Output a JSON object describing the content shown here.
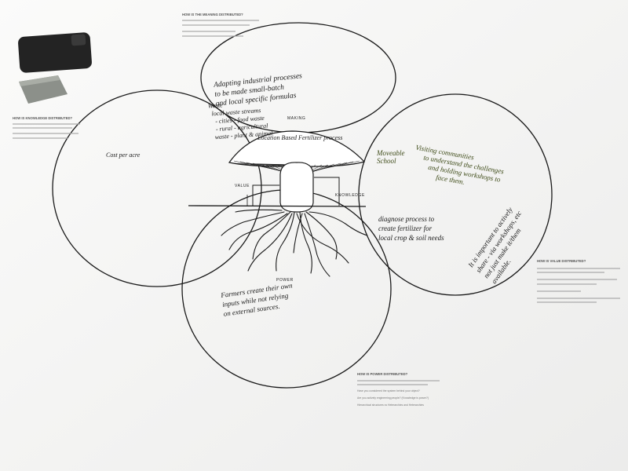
{
  "labels": {
    "making": "MAKING",
    "value": "VALUE",
    "knowledge": "KNOWLEDGE",
    "power": "POWER"
  },
  "prompts": {
    "making_title": "HOW IS THE MEANING DISTRIBUTED?",
    "knowledge_title": "HOW IS KNOWLEDGE DISTRIBUTED?",
    "value_title": "HOW IS VALUE DISTRIBUTED?",
    "power_title": "HOW IS POWER DISTRIBUTED?",
    "power_lines": [
      "Have you considered the system behind your object?",
      "Are you actively engineering people? (Knowledge is power?)",
      "Hierarchical structures vs Heterarchies and Heterarchies"
    ]
  },
  "notes": {
    "making": [
      "Adapting industrial processes",
      "to be made small-batch",
      "and local specific formulas"
    ],
    "making_list": [
      "Waste",
      "local waste streams",
      "- cities - food waste",
      "- rural - agricultural",
      "waste - plant & animal"
    ],
    "mushroom_cap": "Location Based Fertilizer process",
    "knowledge_left": "Cost per acre",
    "knowledge_right": [
      "Moveable",
      "School",
      "Visiting communities",
      "to understand the challenges",
      "and holding workshops to",
      "face them."
    ],
    "diagnose": [
      "diagnose process to",
      "create fertilizer for",
      "local crop & soil needs"
    ],
    "value": [
      "It is important to actively",
      "share - via workshops, etc",
      "not just make it/them",
      "available."
    ],
    "power": [
      "Farmers create their own",
      "inputs while not relying",
      "on external sources."
    ]
  },
  "colors": {
    "ink": "#1a1a1a",
    "green_ink": "#3d4a17",
    "paper": "#f7f7f6",
    "desk": "#cfcfcf"
  },
  "objects": {
    "phone": "phone-icon",
    "eraser": "eraser-icon"
  }
}
